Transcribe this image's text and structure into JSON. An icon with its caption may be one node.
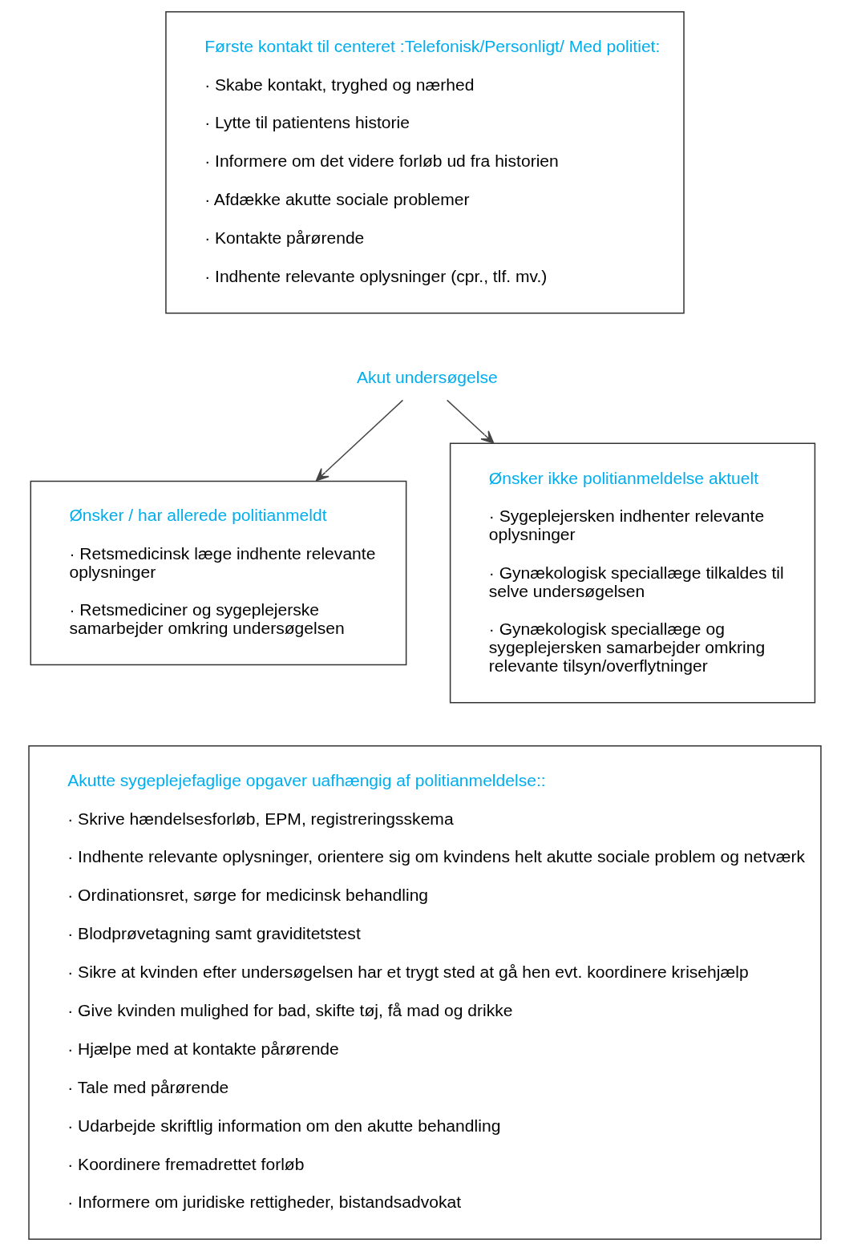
{
  "diagram": {
    "nodes": [
      {
        "text": [
          "Første kontakt til centeret :Telefonisk/Personligt/ Med politiet:",
          "· Skabe kontakt, tryghed og nærhed",
          "· Lytte til patientens historie",
          "· Informere om det videre forløb ud fra historien",
          "· Afdække akutte sociale problemer",
          "· Kontakte pårørende",
          "· Indhente relevante oplysninger (cpr., tlf. mv.)"
        ]
      },
      {
        "text": [
          "Akut undersøgelse"
        ]
      },
      {
        "text": [
          "Ønsker / har allerede politianmeldt",
          "· Retsmedicinsk læge indhente relevante oplysninger",
          "· Retsmediciner og sygeplejerske samarbejder omkring undersøgelsen"
        ]
      },
      {
        "text": [
          "Ønsker ikke politianmeldelse aktuelt",
          "· Sygeplejersken indhenter relevante oplysninger",
          "· Gynækologisk speciallæge tilkaldes til selve undersøgelsen",
          "· Gynækologisk speciallæge og sygeplejersken samarbejder omkring relevante tilsyn/overflytninger"
        ]
      },
      {
        "text": [
          "Akutte sygeplejefaglige opgaver uafhængig af politianmeldelse::",
          "· Skrive hændelsesforløb, EPM, registreringsskema",
          "· Indhente relevante oplysninger, orientere sig om kvindens helt akutte sociale problem og netværk",
          "· Ordinationsret, sørge for medicinsk behandling",
          "· Blodprøvetagning samt graviditetstest",
          "· Sikre at kvinden efter undersøgelsen har et trygt sted at gå hen evt. koordinere krisehjælp",
          "· Give kvinden mulighed for bad, skifte tøj, få mad og drikke",
          "· Hjælpe med at kontakte pårørende",
          "· Tale med pårørende",
          "· Udarbejde skriftlig information om den akutte behandling",
          "· Koordinere fremadrettet forløb",
          "· Informere om juridiske rettigheder, bistandsadvokat"
        ]
      }
    ],
    "edges": [
      {
        "from": 1,
        "to": 2,
        "arrow": "to"
      },
      {
        "from": 1,
        "to": 3,
        "arrow": "to"
      }
    ]
  }
}
